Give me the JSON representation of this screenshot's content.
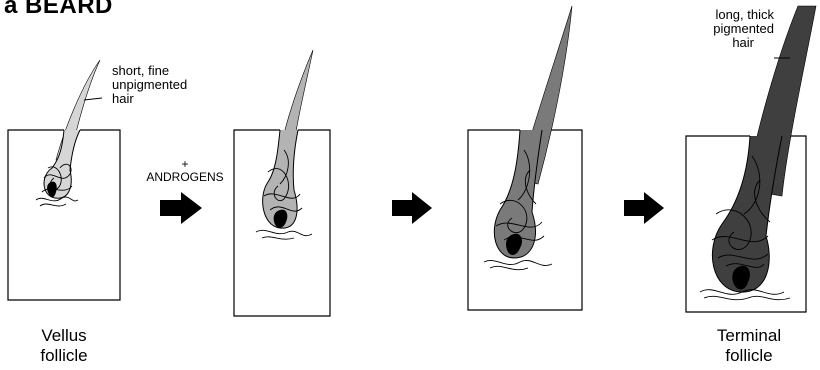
{
  "title": "a  BEARD",
  "androgens_plus": "+",
  "androgens_label": "ANDROGENS",
  "stages": [
    {
      "id": "vellus"
    },
    {
      "id": "intermediate-1"
    },
    {
      "id": "intermediate-2"
    },
    {
      "id": "terminal"
    }
  ],
  "annotations": {
    "vellus_hair": [
      "short, fine",
      "unpigmented",
      "hair"
    ],
    "terminal_hair": [
      "long, thick",
      "pigmented",
      "hair"
    ]
  },
  "captions": {
    "vellus": [
      "Vellus",
      "follicle"
    ],
    "terminal": [
      "Terminal",
      "follicle"
    ]
  },
  "colors": {
    "vellus_hair": "#d6d6d6",
    "stage2_hair": "#b3b3b3",
    "stage3_hair": "#7a7a7a",
    "terminal_hair": "#3f3f3f",
    "papilla": "#000000",
    "outline": "#000000"
  },
  "arrow_icon": "right-arrow-icon"
}
